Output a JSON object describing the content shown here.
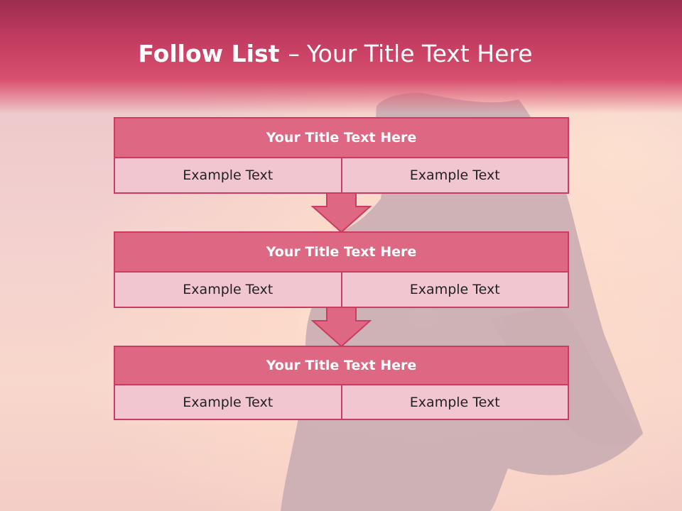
{
  "slide": {
    "title_bold": "Follow List",
    "title_separator": "–",
    "title_rest": "Your Title Text Here"
  },
  "steps": [
    {
      "title": "Your Title Text Here",
      "left": "Example Text",
      "right": "Example Text"
    },
    {
      "title": "Your Title Text Here",
      "left": "Example Text",
      "right": "Example Text"
    },
    {
      "title": "Your Title Text Here",
      "left": "Example Text",
      "right": "Example Text"
    }
  ],
  "colors": {
    "header_bar": "#c23c60",
    "box_title_fill": "#de6783",
    "box_cell_fill": "#f2c6d0",
    "box_border": "#cc3b62",
    "arrow_fill": "#de6783"
  }
}
